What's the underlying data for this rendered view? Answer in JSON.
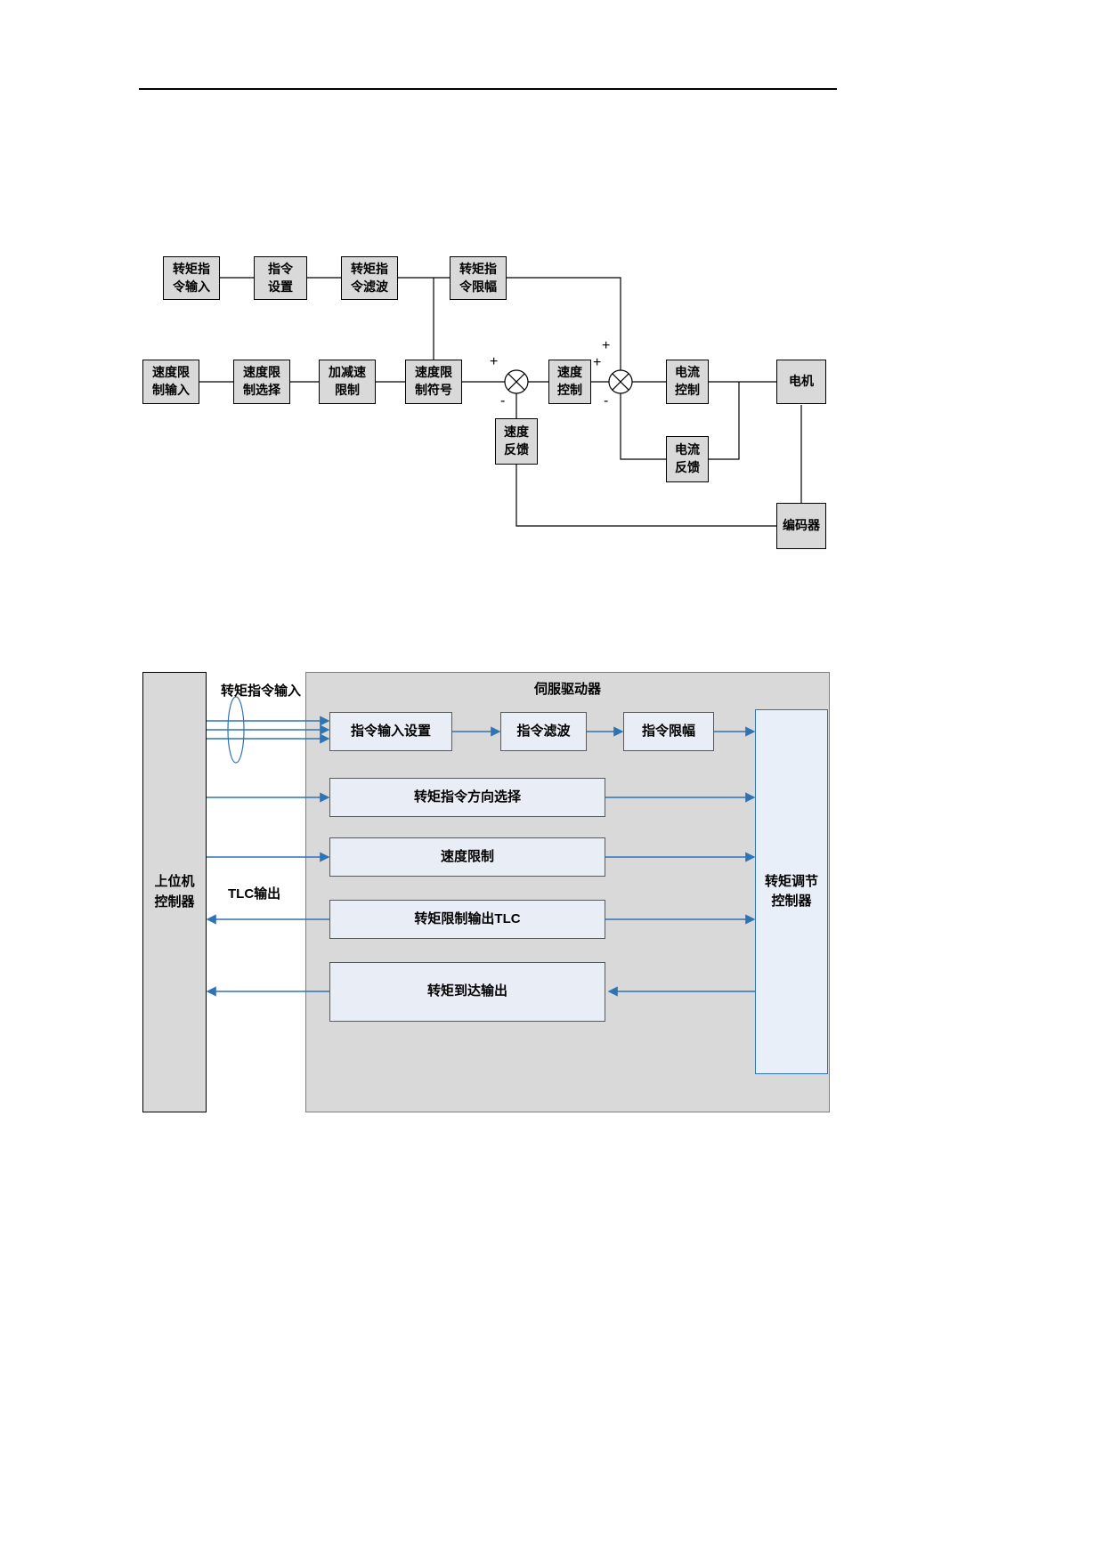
{
  "colors": {
    "box_fill_gray": "#d9d9d9",
    "box_border_black": "#000000",
    "inner_box_fill": "#e9eef6",
    "controller_box_fill": "#e9eff8",
    "accent_blue": "#2e74b5",
    "line_black": "#000000",
    "text": "#000000"
  },
  "diagram1": {
    "boxes": {
      "torque_cmd_input": "转矩指\n令输入",
      "cmd_setting": "指令\n设置",
      "torque_cmd_filter": "转矩指\n令滤波",
      "torque_cmd_limit": "转矩指\n令限幅",
      "speed_limit_input": "速度限\n制输入",
      "speed_limit_select": "速度限\n制选择",
      "accel_decel_limit": "加减速\n限制",
      "speed_limit_sign": "速度限\n制符号",
      "speed_control": "速度\n控制",
      "current_control": "电流\n控制",
      "motor": "电机",
      "speed_feedback": "速度\n反馈",
      "current_feedback": "电流\n反馈",
      "encoder": "编码器"
    },
    "signs": {
      "j1_plus": "+",
      "j1_minus": "-",
      "j2_plus_top": "+",
      "j2_plus_left": "+",
      "j2_minus": "-"
    }
  },
  "diagram2": {
    "host_controller": "上位机\n控制器",
    "servo_drive_title": "伺服驱动器",
    "torque_regulator": "转矩调节\n控制器",
    "boxes": {
      "cmd_input_setting": "指令输入设置",
      "cmd_filter": "指令滤波",
      "cmd_limit": "指令限幅",
      "torque_cmd_direction_select": "转矩指令方向选择",
      "speed_limit": "速度限制",
      "torque_limit_output_tlc": "转矩限制输出TLC",
      "torque_reach_output": "转矩到达输出"
    },
    "labels": {
      "torque_cmd_input": "转矩指令输入",
      "tlc_output": "TLC输出"
    }
  }
}
